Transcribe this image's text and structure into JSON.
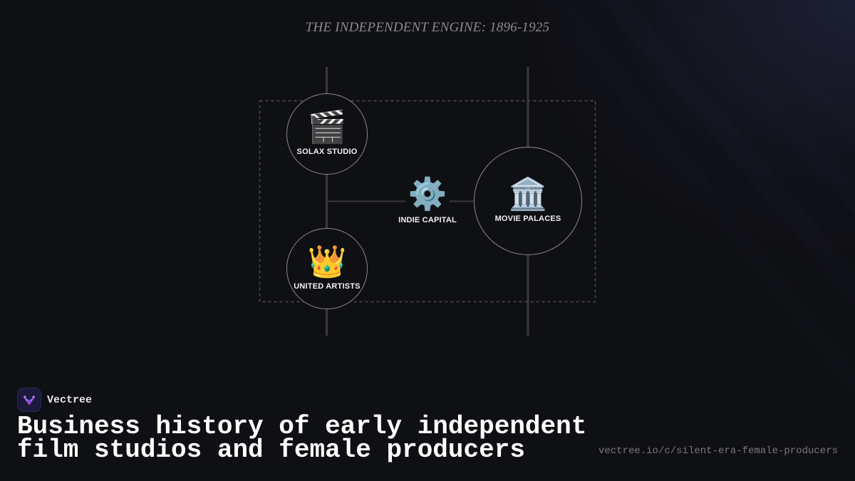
{
  "diagram": {
    "title": "THE INDEPENDENT ENGINE: 1896-1925",
    "nodes": [
      {
        "id": "solax",
        "label": "SOLAX STUDIO",
        "icon": "clapperboard-icon",
        "glyph": "🎬",
        "circled": true
      },
      {
        "id": "united",
        "label": "UNITED ARTISTS",
        "icon": "crown-icon",
        "glyph": "👑",
        "circled": true
      },
      {
        "id": "capital",
        "label": "INDIE CAPITAL",
        "icon": "gear-icon",
        "glyph": "⚙️",
        "circled": false
      },
      {
        "id": "palaces",
        "label": "MOVIE PALACES",
        "icon": "classical-building-icon",
        "glyph": "🏛️",
        "circled": true
      }
    ],
    "edges": [
      {
        "from": "solax",
        "to": "united"
      },
      {
        "from": "united",
        "to": "capital"
      },
      {
        "from": "capital",
        "to": "palaces"
      }
    ]
  },
  "brand": {
    "name": "Vectree",
    "logo_icon": "vectree-logo-icon",
    "accent": "#b14fe0"
  },
  "footer": {
    "headline": "Business history of early independent film studios and female producers",
    "url": "vectree.io/c/silent-era-female-producers"
  }
}
